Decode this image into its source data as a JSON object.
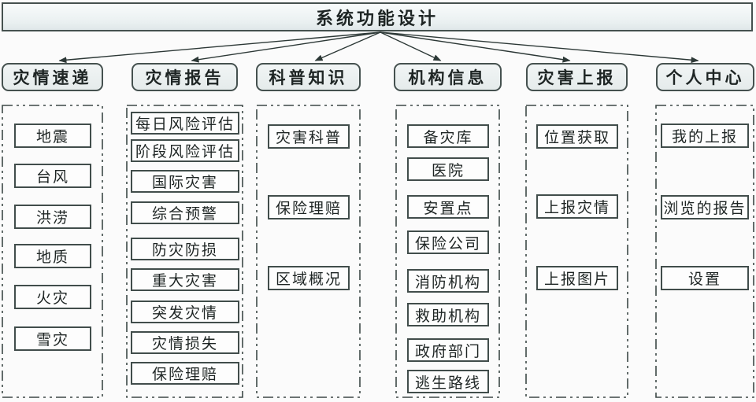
{
  "title": "系统功能设计",
  "columns": [
    {
      "label": "灾情速递",
      "items": [
        "地震",
        "台风",
        "洪涝",
        "地质",
        "火灾",
        "雪灾"
      ]
    },
    {
      "label": "灾情报告",
      "items": [
        "每日风险评估",
        "阶段风险评估",
        "国际灾害",
        "综合预警",
        "防灾防损",
        "重大灾害",
        "突发灾情",
        "灾情损失",
        "保险理赔"
      ]
    },
    {
      "label": "科普知识",
      "items": [
        "灾害科普",
        "保险理赔",
        "区域概况"
      ]
    },
    {
      "label": "机构信息",
      "items": [
        "备灾库",
        "医院",
        "安置点",
        "保险公司",
        "消防机构",
        "救助机构",
        "政府部门",
        "逃生路线"
      ]
    },
    {
      "label": "灾害上报",
      "items": [
        "位置获取",
        "上报灾情",
        "上报图片"
      ]
    },
    {
      "label": "个人中心",
      "items": [
        "我的上报",
        "浏览的报告",
        "设置"
      ]
    }
  ],
  "colors": {
    "background": "#fbfbfb",
    "node_fill": "#e9efef",
    "node_border": "#45514f",
    "item_fill": "#fdfdfd",
    "dashed_border": "#3c4846",
    "arrow": "#2c3836",
    "text": "#1e2524"
  }
}
